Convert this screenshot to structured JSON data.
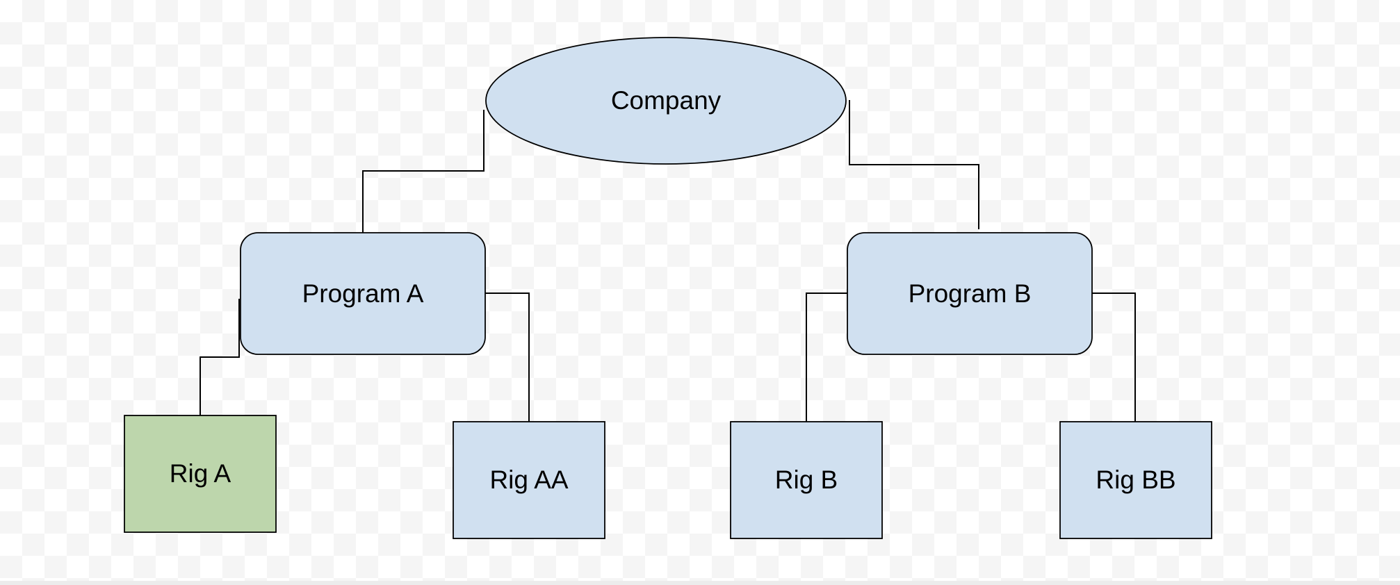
{
  "colors": {
    "node_fill": "#d0e0f0",
    "highlight_fill": "#bdd6ac",
    "stroke": "#000000"
  },
  "nodes": {
    "company": {
      "label": "Company",
      "shape": "ellipse"
    },
    "program_a": {
      "label": "Program A",
      "shape": "rounded-rectangle"
    },
    "program_b": {
      "label": "Program B",
      "shape": "rounded-rectangle"
    },
    "rig_a": {
      "label": "Rig A",
      "shape": "rectangle",
      "highlighted": true
    },
    "rig_aa": {
      "label": "Rig AA",
      "shape": "rectangle"
    },
    "rig_b": {
      "label": "Rig B",
      "shape": "rectangle"
    },
    "rig_bb": {
      "label": "Rig BB",
      "shape": "rectangle"
    }
  },
  "edges": [
    {
      "from": "Company",
      "to": "Program A"
    },
    {
      "from": "Company",
      "to": "Program B"
    },
    {
      "from": "Program A",
      "to": "Rig A"
    },
    {
      "from": "Program A",
      "to": "Rig AA"
    },
    {
      "from": "Program B",
      "to": "Rig B"
    },
    {
      "from": "Program B",
      "to": "Rig BB"
    }
  ]
}
